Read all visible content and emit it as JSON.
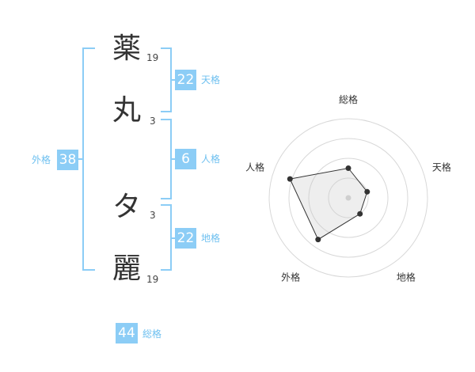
{
  "name_chars": [
    {
      "char": "薬",
      "strokes": "19"
    },
    {
      "char": "丸",
      "strokes": "3"
    },
    {
      "char": "タ",
      "strokes": "3"
    },
    {
      "char": "麗",
      "strokes": "19"
    }
  ],
  "fortune": {
    "tenkaku": {
      "value": "22",
      "label": "天格"
    },
    "jinkaku": {
      "value": "6",
      "label": "人格"
    },
    "chikaku": {
      "value": "22",
      "label": "地格"
    },
    "gaikaku": {
      "value": "38",
      "label": "外格"
    },
    "soukaku": {
      "value": "44",
      "label": "総格"
    }
  },
  "colors": {
    "accent": "#8ccdf6",
    "box_text": "#ffffff"
  },
  "chart_data": {
    "type": "radar",
    "axes": [
      "総格",
      "天格",
      "地格",
      "外格",
      "人格"
    ],
    "rings": 4,
    "values": [
      1.5,
      1.0,
      1.0,
      2.6,
      3.1
    ],
    "max": 4
  }
}
